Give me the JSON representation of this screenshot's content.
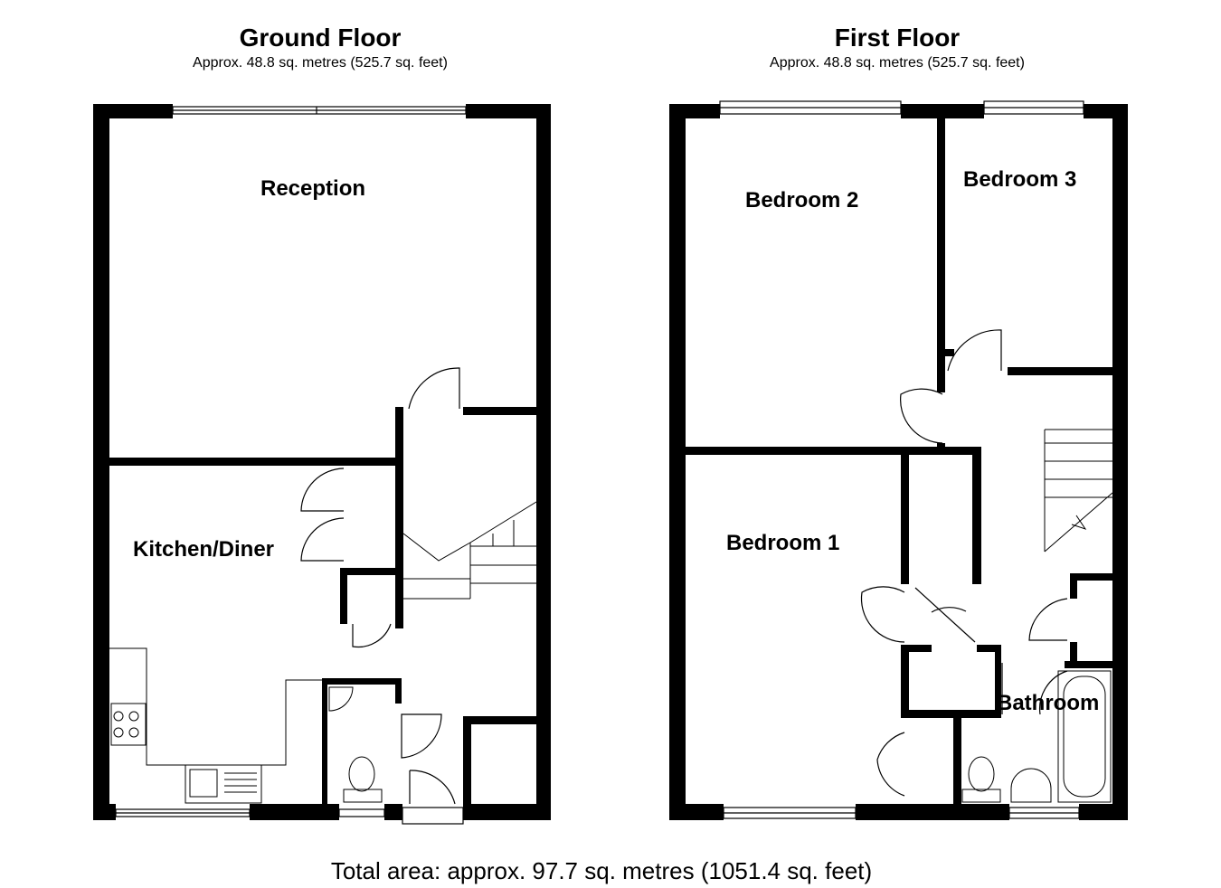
{
  "ground_floor": {
    "title": "Ground Floor",
    "area": "Approx. 48.8 sq. metres (525.7 sq. feet)",
    "rooms": {
      "reception": "Reception",
      "kitchen_diner": "Kitchen/Diner"
    }
  },
  "first_floor": {
    "title": "First Floor",
    "area": "Approx. 48.8 sq. metres (525.7 sq. feet)",
    "rooms": {
      "bedroom_1": "Bedroom 1",
      "bedroom_2": "Bedroom 2",
      "bedroom_3": "Bedroom 3",
      "bathroom": "Bathroom"
    }
  },
  "total_area": "Total area: approx. 97.7 sq. metres (1051.4 sq. feet)"
}
